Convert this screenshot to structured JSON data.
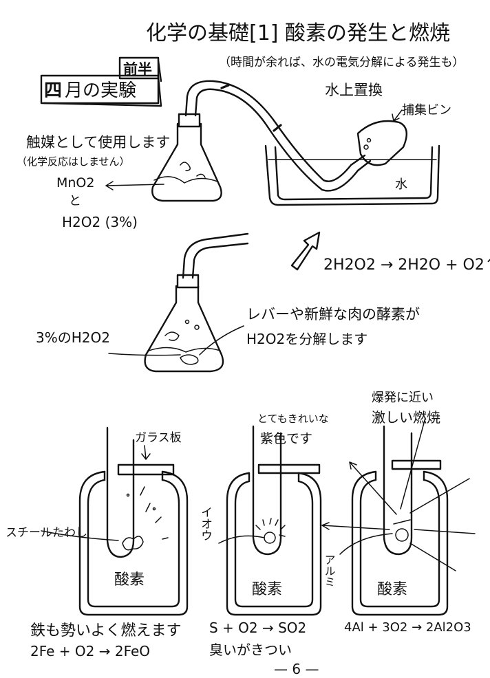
{
  "title": "化学の基礎[1] 酸素の発生と燃焼",
  "subtitle": "（時間が余れば、水の電気分解による発生も）",
  "badge": {
    "half": "前半",
    "month_label": "月の実験",
    "month_value": "四"
  },
  "top_apparatus": {
    "method": "水上置換",
    "bottle": "捕集ビン",
    "water": "水",
    "catalyst_note": "触媒として使用します",
    "catalyst_sub": "（化学反応はしません）",
    "catalyst_formula": "MnO2",
    "and": "と",
    "peroxide": "H2O2 (3%)"
  },
  "reaction": "2H2O2 → 2H2O + O2↑",
  "middle_apparatus": {
    "solution": "3%のH2O2",
    "enzyme_note_line1": "レバーや新鮮な肉の酵素が",
    "enzyme_note_line2": "H2O2を分解します"
  },
  "jars": {
    "glass_plate": "ガラス板",
    "jar1": {
      "sample": "スチールたわし",
      "label": "酸素",
      "caption": "鉄も勢いよく燃えます",
      "equation": "2Fe + O2 → 2FeO"
    },
    "jar2": {
      "note_line1": "とてもきれいな",
      "note_line2": "紫色です",
      "sample": "イオウ",
      "label": "酸素",
      "equation": "S + O2 → SO2",
      "caption": "臭いがきつい"
    },
    "jar3": {
      "note_line1": "爆発に近い",
      "note_line2": "激しい燃焼",
      "sample": "アルミ",
      "label": "酸素",
      "equation": "4Al + 3O2 → 2Al2O3"
    }
  },
  "page_number": "— 6 —"
}
